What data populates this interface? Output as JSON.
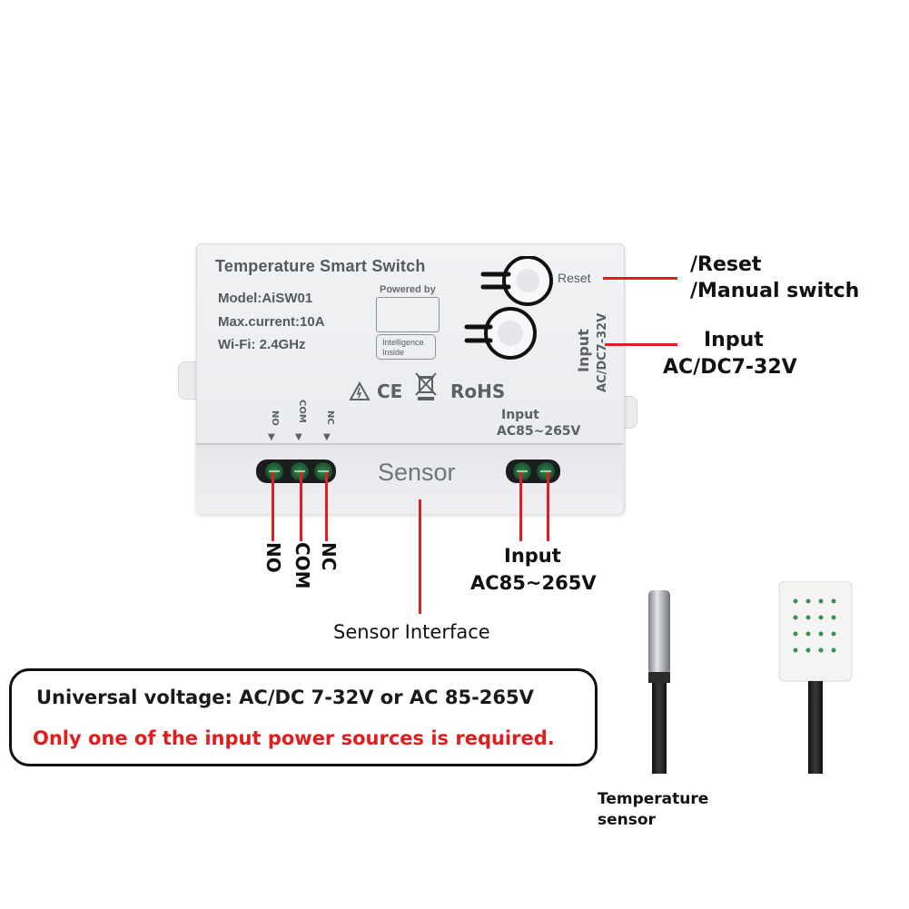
{
  "device": {
    "title": "Temperature Smart Switch",
    "model": "Model:AiSW01",
    "max_current": "Max.current:10A",
    "wifi": "Wi-Fi: 2.4GHz",
    "powered_by": "Powered by",
    "intelligence_line1": "Intelligence",
    "intelligence_line2": "Inside",
    "cert_ce": "CE",
    "cert_rohs": "RoHS",
    "reset_button_label": "Reset",
    "input_dc_vertical_big": "Input",
    "input_dc_vertical_small": "AC/DC7-32V",
    "input_ac_line1": "Input",
    "input_ac_line2": "AC85~265V",
    "relay_no": "NO",
    "relay_com": "COM",
    "relay_nc": "NC",
    "sensor_port": "Sensor"
  },
  "annotations": {
    "reset": "/Reset",
    "manual_switch": "/Manual switch",
    "input_dc_line1": "Input",
    "input_dc_line2": "AC/DC7-32V",
    "no": "NO",
    "com": "COM",
    "nc": "NC",
    "input_ac_line1": "Input",
    "input_ac_line2": "AC85~265V",
    "sensor_interface": "Sensor Interface"
  },
  "note": {
    "line1": "Universal voltage: AC/DC 7-32V or AC 85-265V",
    "line2": "Only one of the input power sources is required."
  },
  "sensor_caption": {
    "line1": "Temperature",
    "line2": "sensor"
  },
  "colors": {
    "accent_red": "#e02020",
    "warning_red_text": "#e11d1d",
    "terminal_green": "#2e8a4c"
  }
}
